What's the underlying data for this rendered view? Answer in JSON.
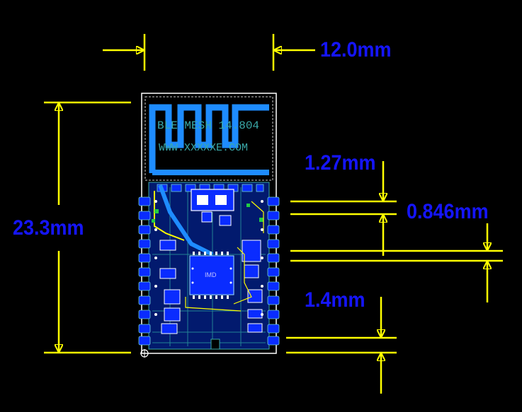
{
  "dimensions": {
    "width": "12.0mm",
    "height": "23.3mm",
    "pin_pitch": "1.27mm",
    "pad_width": "0.846mm",
    "pad_gap": "1.4mm"
  },
  "board": {
    "silkscreen_line1": "BLE MESH 14.804",
    "silkscreen_line2": "WWW.XXXXXE.COM",
    "chip_label": "IMD"
  },
  "colors": {
    "background": "#000000",
    "dimension_lines": "#ffff00",
    "dimension_text": "#1515ff",
    "copper": "#0a2cff",
    "silkscreen": "#3aa8a8",
    "outline": "#ffffff"
  }
}
